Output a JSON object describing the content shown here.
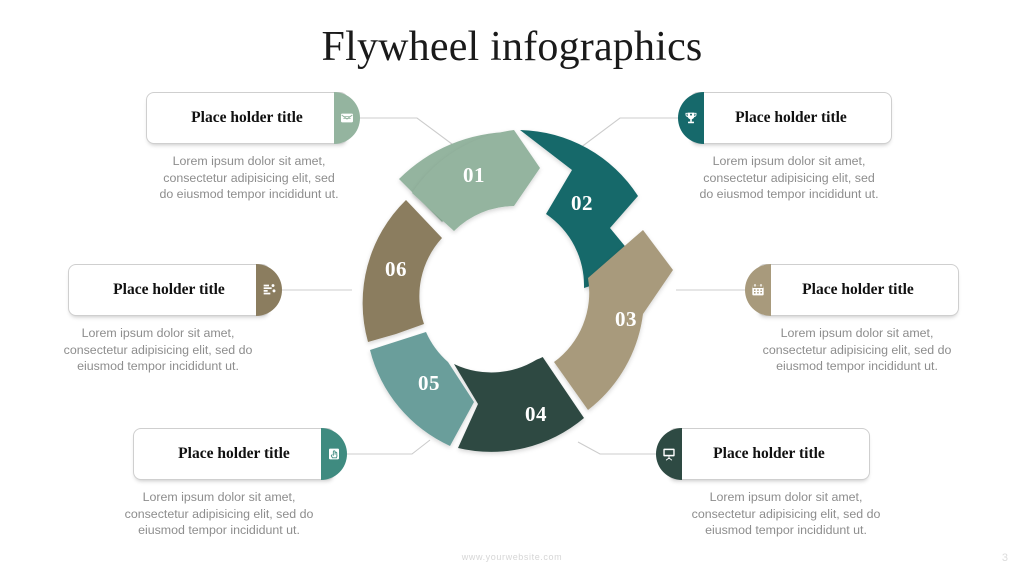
{
  "slide": {
    "title": "Flywheel infographics",
    "footer_url": "www.yourwebsite.com",
    "page_number": "3",
    "background": "#ffffff"
  },
  "wheel": {
    "center_fill": "#ffffff",
    "segments": [
      {
        "number": "01",
        "color": "#94b49f",
        "icon": "mail-icon",
        "position": "top-left"
      },
      {
        "number": "02",
        "color": "#16696b",
        "icon": "trophy-icon",
        "position": "top-right"
      },
      {
        "number": "03",
        "color": "#a89a7c",
        "icon": "calendar-icon",
        "position": "right"
      },
      {
        "number": "04",
        "color": "#2e4a43",
        "icon": "presentation-icon",
        "position": "bottom-right"
      },
      {
        "number": "05",
        "color": "#6b9e9b",
        "icon": "hand-touch-icon",
        "position": "bottom-left"
      },
      {
        "number": "06",
        "color": "#8b7d5f",
        "icon": "chart-bars-icon",
        "position": "left"
      }
    ]
  },
  "callouts": [
    {
      "id": "01",
      "title": "Place holder title",
      "description": "Lorem ipsum dolor sit amet, consectetur  adipisicing elit, sed do eiusmod tempor incididunt ut.",
      "color": "#94b49f",
      "icon": "mail-icon"
    },
    {
      "id": "02",
      "title": "Place holder title",
      "description": "Lorem ipsum dolor sit amet, consectetur  adipisicing elit, sed do eiusmod tempor incididunt ut.",
      "color": "#16696b",
      "icon": "trophy-icon"
    },
    {
      "id": "03",
      "title": "Place holder title",
      "description": "Lorem ipsum dolor sit amet, consectetur  adipisicing elit, sed do eiusmod tempor incididunt ut.",
      "color": "#a89a7c",
      "icon": "calendar-icon"
    },
    {
      "id": "04",
      "title": "Place holder title",
      "description": "Lorem ipsum dolor sit amet, consectetur  adipisicing elit, sed do eiusmod tempor incididunt ut.",
      "color": "#2e4a43",
      "icon": "presentation-icon"
    },
    {
      "id": "05",
      "title": "Place holder title",
      "description": "Lorem ipsum dolor sit amet, consectetur  adipisicing elit, sed do eiusmod tempor incididunt ut.",
      "color": "#6b9e9b",
      "icon": "hand-touch-icon"
    },
    {
      "id": "06",
      "title": "Place holder title",
      "description": "Lorem ipsum dolor sit amet, consectetur  adipisicing elit, sed do eiusmod tempor incididunt ut.",
      "color": "#8b7d5f",
      "icon": "chart-bars-icon"
    }
  ]
}
